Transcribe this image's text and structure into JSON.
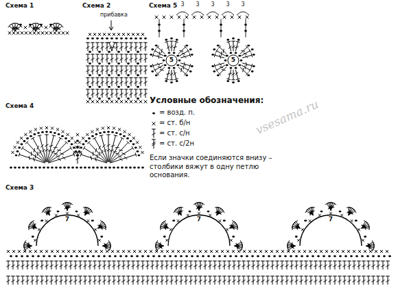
{
  "diagram": {
    "labels": [
      "Схема 1",
      "Схема 2",
      "Схема 5",
      "Схема 4",
      "Схема 3",
      "прибавка",
      "5",
      "5",
      "3",
      "3",
      "3",
      "3",
      "3",
      "Условные обозначения:",
      "Если значки соединяются внизу – столбики вяжут в одну петлю основания.",
      "7",
      "7",
      "7",
      "vsesama.ru"
    ],
    "legend": [
      {
        "text": "= возд. п."
      },
      {
        "text": "= ст. б/н"
      },
      {
        "text": "= ст. с/н"
      },
      {
        "text": "= ст. с/2н"
      }
    ]
  }
}
